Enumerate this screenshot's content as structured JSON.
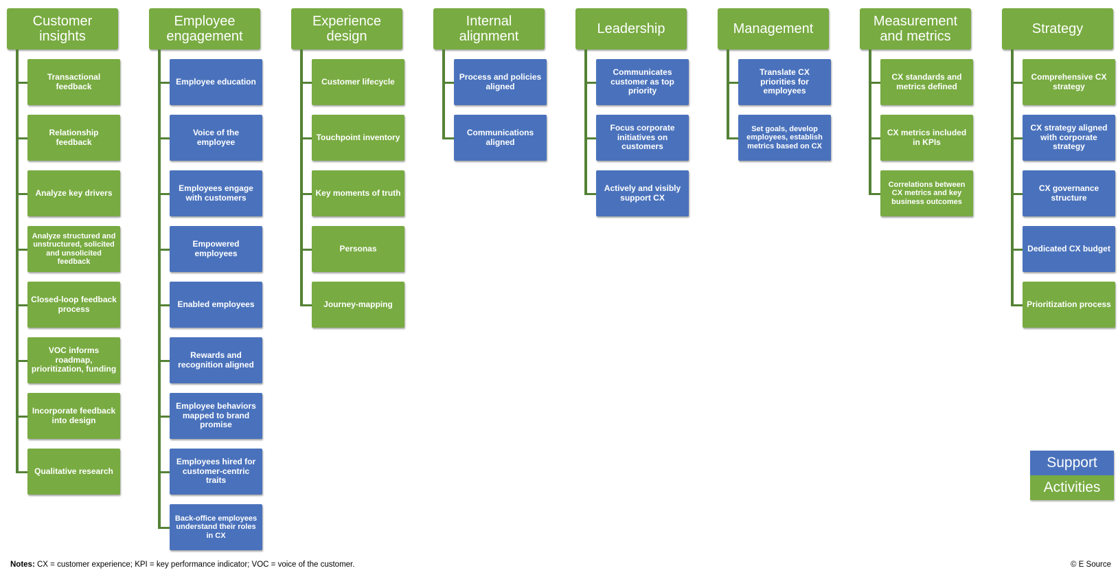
{
  "colors": {
    "activity": "#78ab41",
    "support": "#4a72bc",
    "connector": "#548235"
  },
  "columns": [
    {
      "id": "customer-insights",
      "title": "Customer insights",
      "items": [
        {
          "label": "Transactional feedback",
          "kind": "activity"
        },
        {
          "label": "Relationship feedback",
          "kind": "activity"
        },
        {
          "label": "Analyze key drivers",
          "kind": "activity"
        },
        {
          "label": "Analyze structured and unstructured, solicited and unsolicited feedback",
          "kind": "activity"
        },
        {
          "label": "Closed-loop feedback process",
          "kind": "activity"
        },
        {
          "label": "VOC informs roadmap, prioritization, funding",
          "kind": "activity"
        },
        {
          "label": "Incorporate feedback into design",
          "kind": "activity"
        },
        {
          "label": "Qualitative research",
          "kind": "activity"
        }
      ]
    },
    {
      "id": "employee-engagement",
      "title": "Employee engagement",
      "items": [
        {
          "label": "Employee education",
          "kind": "support"
        },
        {
          "label": "Voice of the employee",
          "kind": "support"
        },
        {
          "label": "Employees engage with customers",
          "kind": "support"
        },
        {
          "label": "Empowered employees",
          "kind": "support"
        },
        {
          "label": "Enabled employees",
          "kind": "support"
        },
        {
          "label": "Rewards and recognition aligned",
          "kind": "support"
        },
        {
          "label": "Employee behaviors mapped to brand promise",
          "kind": "support"
        },
        {
          "label": "Employees hired for customer-centric traits",
          "kind": "support"
        },
        {
          "label": "Back-office employees understand their roles in CX",
          "kind": "support"
        }
      ]
    },
    {
      "id": "experience-design",
      "title": "Experience design",
      "items": [
        {
          "label": "Customer lifecycle",
          "kind": "activity"
        },
        {
          "label": "Touchpoint inventory",
          "kind": "activity"
        },
        {
          "label": "Key moments of truth",
          "kind": "activity"
        },
        {
          "label": "Personas",
          "kind": "activity"
        },
        {
          "label": "Journey-mapping",
          "kind": "activity"
        }
      ]
    },
    {
      "id": "internal-alignment",
      "title": "Internal alignment",
      "items": [
        {
          "label": "Process and policies aligned",
          "kind": "support"
        },
        {
          "label": "Communications aligned",
          "kind": "support"
        }
      ]
    },
    {
      "id": "leadership",
      "title": "Leadership",
      "items": [
        {
          "label": "Communicates customer as top priority",
          "kind": "support"
        },
        {
          "label": "Focus corporate initiatives on customers",
          "kind": "support"
        },
        {
          "label": "Actively and visibly support CX",
          "kind": "support"
        }
      ]
    },
    {
      "id": "management",
      "title": "Management",
      "items": [
        {
          "label": "Translate CX priorities for employees",
          "kind": "support"
        },
        {
          "label": "Set goals, develop employees, establish metrics based on CX",
          "kind": "support"
        }
      ]
    },
    {
      "id": "measurement-and-metrics",
      "title": "Measurement and metrics",
      "items": [
        {
          "label": "CX standards and metrics defined",
          "kind": "activity"
        },
        {
          "label": "CX metrics included in KPIs",
          "kind": "activity"
        },
        {
          "label": "Correlations between CX metrics and key business outcomes",
          "kind": "activity"
        }
      ]
    },
    {
      "id": "strategy",
      "title": "Strategy",
      "items": [
        {
          "label": "Comprehensive CX strategy",
          "kind": "activity"
        },
        {
          "label": "CX strategy aligned with corporate strategy",
          "kind": "support"
        },
        {
          "label": "CX governance structure",
          "kind": "support"
        },
        {
          "label": "Dedicated CX budget",
          "kind": "support"
        },
        {
          "label": "Prioritization process",
          "kind": "activity"
        }
      ]
    }
  ],
  "legend": {
    "support": "Support",
    "activities": "Activities"
  },
  "notes": {
    "prefix": "Notes:",
    "text": "CX = customer experience; KPI = key performance indicator; VOC = voice of the customer."
  },
  "copyright": "© E Source"
}
